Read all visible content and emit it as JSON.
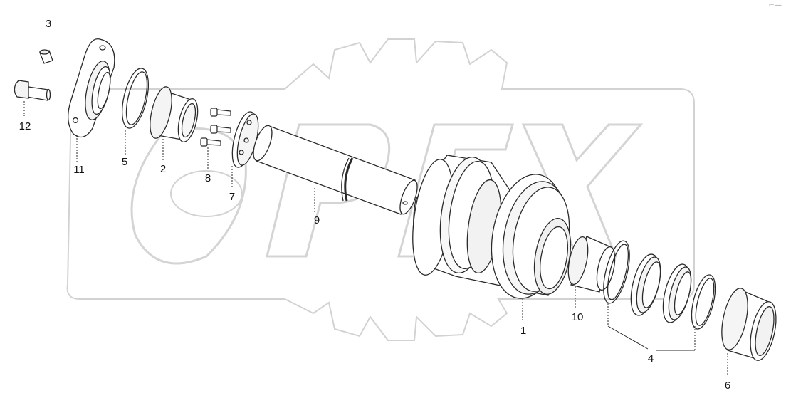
{
  "watermark": {
    "text": "OPEX",
    "color": "#dcdcdc",
    "shape": "gear"
  },
  "corner_mark": "⌐—",
  "line_color": "#2a2a2a",
  "callouts": {
    "c1": "1",
    "c2": "2",
    "c3": "3",
    "c4": "4",
    "c5": "5",
    "c6": "6",
    "c7": "7",
    "c8": "8",
    "c9": "9",
    "c10": "10",
    "c11": "11",
    "c12": "12"
  }
}
